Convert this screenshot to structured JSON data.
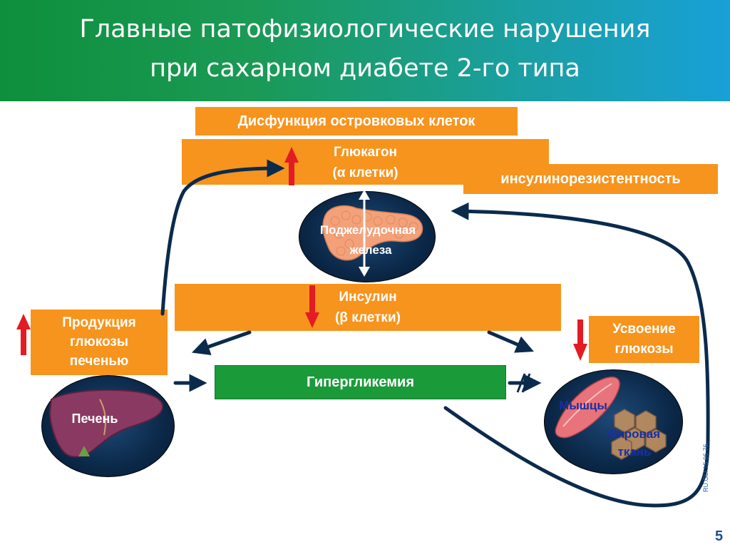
{
  "title": {
    "line1": "Главные патофизиологические нарушения",
    "line2": "при сахарном диабете 2-го типа"
  },
  "labels": {
    "islet_dysfunction": "Дисфункция островковых клеток",
    "glucagon": "Глюкагон",
    "glucagon_cells": "(α клетки)",
    "insulin_resistance": "инсулинорезистентность",
    "pancreas_line1": "Поджелудочная",
    "pancreas_line2": "железа",
    "insulin": "Инсулин",
    "insulin_cells": "(β клетки)",
    "liver_production_1": "Продукция",
    "liver_production_2": "глюкозы",
    "liver_production_3": "печенью",
    "glucose_uptake_1": "Усвоение",
    "glucose_uptake_2": "глюкозы",
    "hyperglycemia": "Гипергликемия",
    "liver": "Печень",
    "muscles": "Мышцы",
    "fat_1": "Жировая",
    "fat_2": "ткань"
  },
  "footer": {
    "code": "RU.GLI.15.06.76.",
    "page_number": "5"
  },
  "colors": {
    "orange": "#f7941d",
    "green": "#1b9a3a",
    "arrow_up": "#e31b23",
    "arrow_down": "#e31b23",
    "connector": "#0b2b4d"
  },
  "icons": [
    "red-up-arrow",
    "red-down-arrow",
    "double-headed-arrow",
    "liver-image",
    "pancreas-image",
    "muscle-image",
    "fat-cells-image"
  ]
}
